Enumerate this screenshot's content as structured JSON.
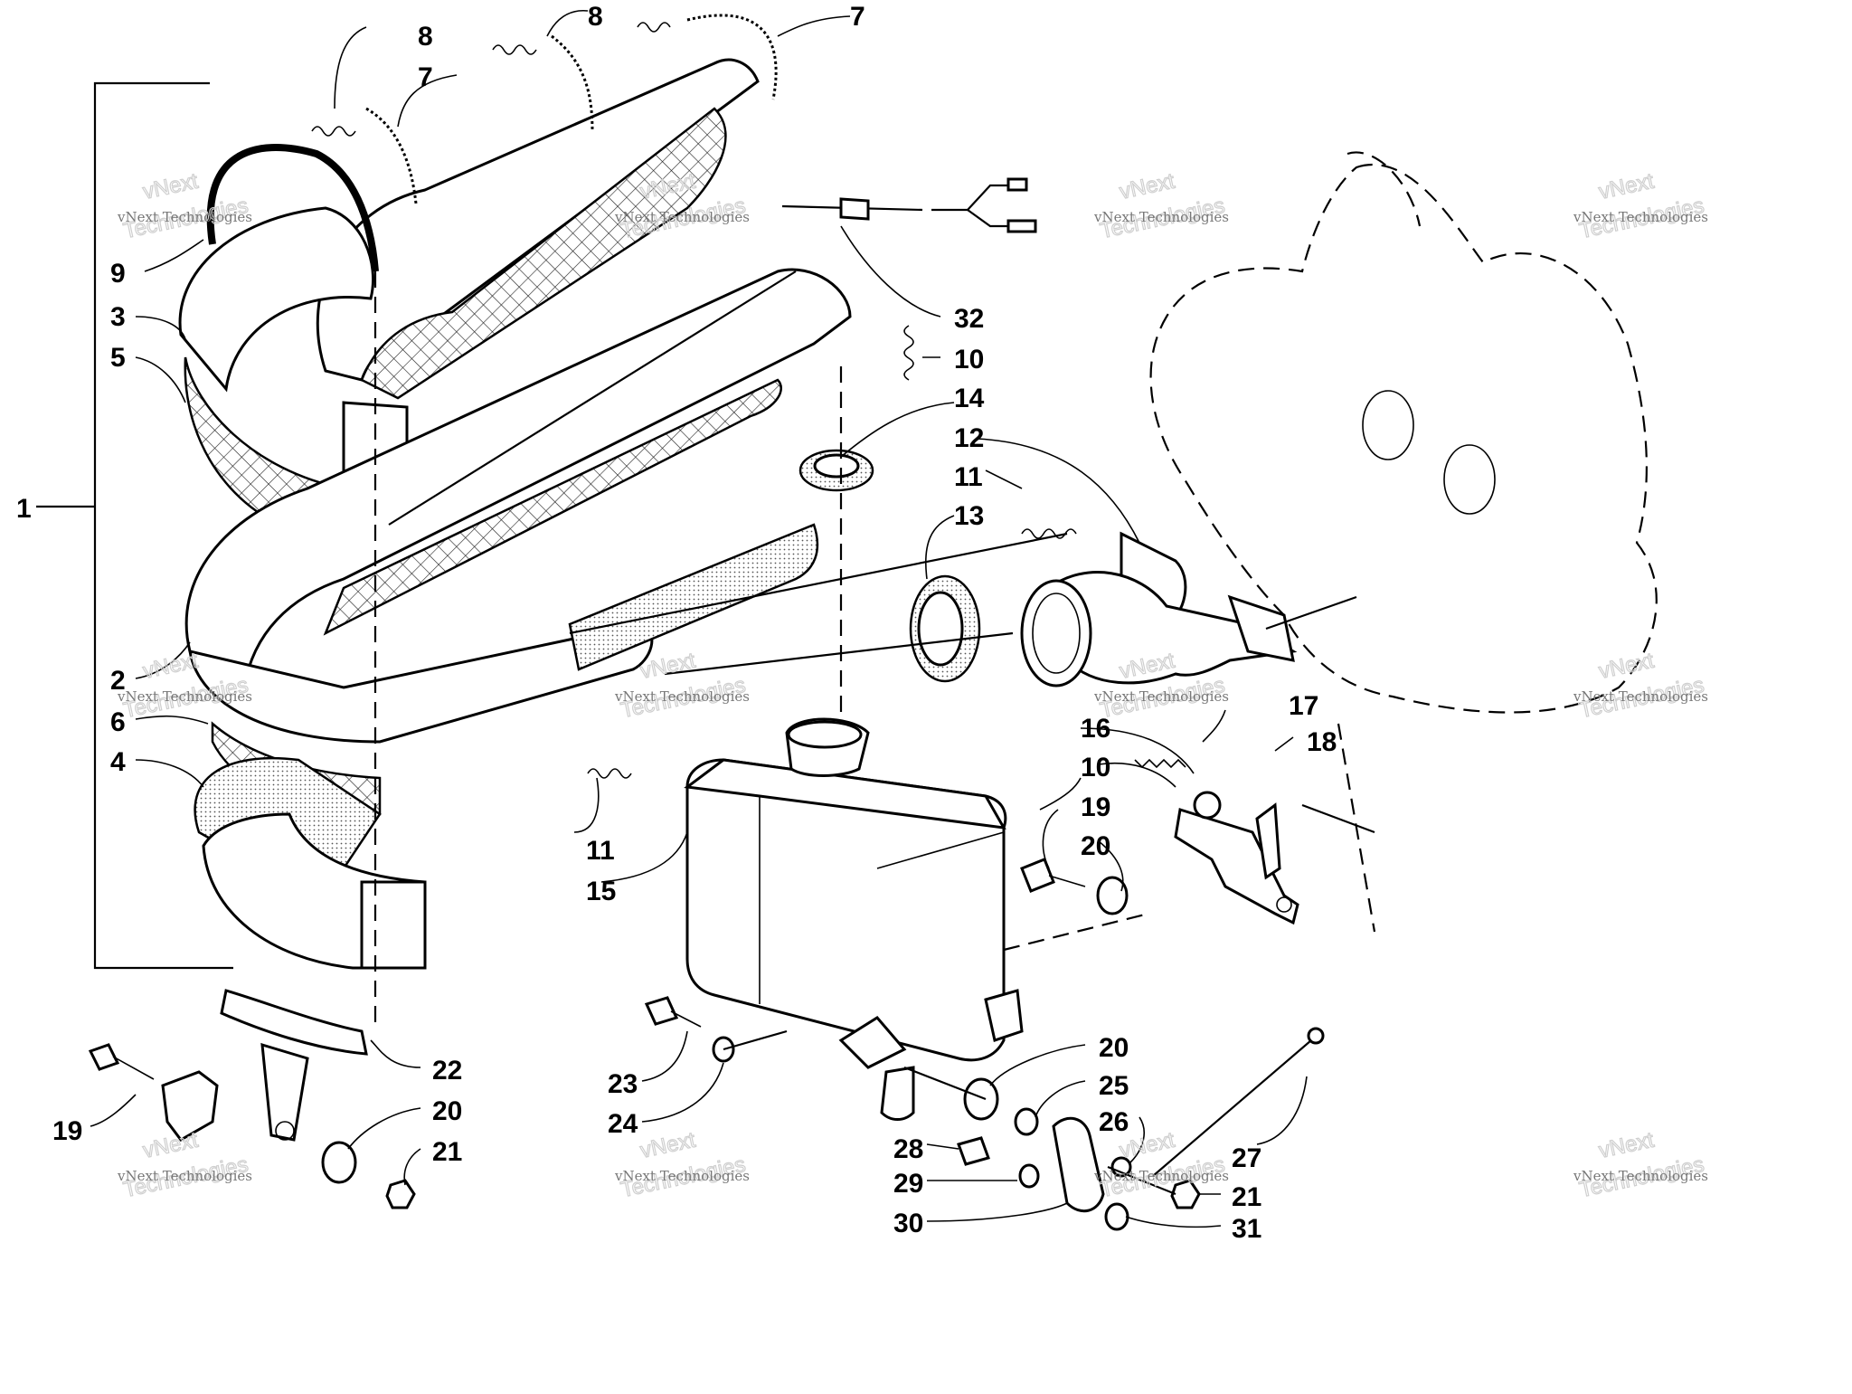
{
  "watermark": {
    "line1": "vNext Technologies",
    "line2": "vNext",
    "line3": "Technologies"
  },
  "callouts": [
    {
      "id": "c1",
      "label": "1"
    },
    {
      "id": "c2",
      "label": "2"
    },
    {
      "id": "c3",
      "label": "3"
    },
    {
      "id": "c4",
      "label": "4"
    },
    {
      "id": "c5",
      "label": "5"
    },
    {
      "id": "c6",
      "label": "6"
    },
    {
      "id": "c7a",
      "label": "7"
    },
    {
      "id": "c7b",
      "label": "7"
    },
    {
      "id": "c8a",
      "label": "8"
    },
    {
      "id": "c8b",
      "label": "8"
    },
    {
      "id": "c9",
      "label": "9"
    },
    {
      "id": "c10a",
      "label": "10"
    },
    {
      "id": "c10b",
      "label": "10"
    },
    {
      "id": "c11a",
      "label": "11"
    },
    {
      "id": "c11b",
      "label": "11"
    },
    {
      "id": "c12",
      "label": "12"
    },
    {
      "id": "c13",
      "label": "13"
    },
    {
      "id": "c14",
      "label": "14"
    },
    {
      "id": "c15",
      "label": "15"
    },
    {
      "id": "c16",
      "label": "16"
    },
    {
      "id": "c17",
      "label": "17"
    },
    {
      "id": "c18",
      "label": "18"
    },
    {
      "id": "c19a",
      "label": "19"
    },
    {
      "id": "c19b",
      "label": "19"
    },
    {
      "id": "c20a",
      "label": "20"
    },
    {
      "id": "c20b",
      "label": "20"
    },
    {
      "id": "c20c",
      "label": "20"
    },
    {
      "id": "c21a",
      "label": "21"
    },
    {
      "id": "c21b",
      "label": "21"
    },
    {
      "id": "c22",
      "label": "22"
    },
    {
      "id": "c23",
      "label": "23"
    },
    {
      "id": "c24",
      "label": "24"
    },
    {
      "id": "c25",
      "label": "25"
    },
    {
      "id": "c26",
      "label": "26"
    },
    {
      "id": "c27",
      "label": "27"
    },
    {
      "id": "c28",
      "label": "28"
    },
    {
      "id": "c29",
      "label": "29"
    },
    {
      "id": "c30",
      "label": "30"
    },
    {
      "id": "c31",
      "label": "31"
    },
    {
      "id": "c32",
      "label": "32"
    }
  ]
}
